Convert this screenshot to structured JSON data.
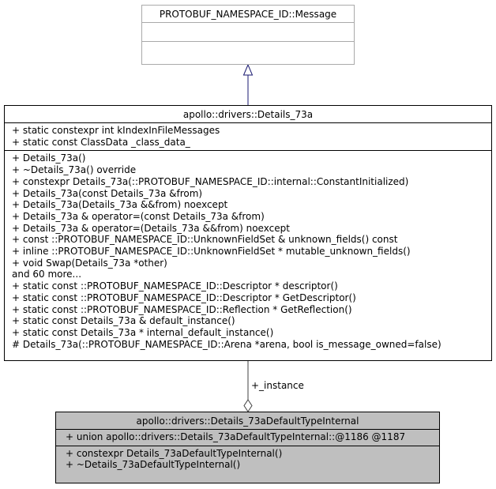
{
  "base_class": {
    "name": "PROTOBUF_NAMESPACE_ID::Message",
    "attributes": [],
    "methods": []
  },
  "main_class": {
    "name": "apollo::drivers::Details_73a",
    "attributes": [
      "+ static constexpr int kIndexInFileMessages",
      "+ static const ClassData _class_data_"
    ],
    "methods": [
      "+ Details_73a()",
      "+ ~Details_73a() override",
      "+ constexpr Details_73a(::PROTOBUF_NAMESPACE_ID::internal::ConstantInitialized)",
      "+ Details_73a(const Details_73a &from)",
      "+ Details_73a(Details_73a &&from) noexcept",
      "+ Details_73a & operator=(const Details_73a &from)",
      "+ Details_73a & operator=(Details_73a &&from) noexcept",
      "+ const ::PROTOBUF_NAMESPACE_ID::UnknownFieldSet & unknown_fields() const",
      "+ inline ::PROTOBUF_NAMESPACE_ID::UnknownFieldSet * mutable_unknown_fields()",
      "+ void Swap(Details_73a *other)",
      "and 60 more...",
      "+ static const ::PROTOBUF_NAMESPACE_ID::Descriptor * descriptor()",
      "+ static const ::PROTOBUF_NAMESPACE_ID::Descriptor * GetDescriptor()",
      "+ static const ::PROTOBUF_NAMESPACE_ID::Reflection * GetReflection()",
      "+ static const Details_73a & default_instance()",
      "+ static const Details_73a * internal_default_instance()",
      "# Details_73a(::PROTOBUF_NAMESPACE_ID::Arena *arena, bool is_message_owned=false)"
    ]
  },
  "default_class": {
    "name": "apollo::drivers::Details_73aDefaultTypeInternal",
    "attributes": [
      "+ union apollo::drivers::Details_73aDefaultTypeInternal::@1186 @1187"
    ],
    "methods": [
      "+ constexpr Details_73aDefaultTypeInternal()",
      "+ ~Details_73aDefaultTypeInternal()"
    ]
  },
  "edges": {
    "composition_label": "+_instance"
  }
}
